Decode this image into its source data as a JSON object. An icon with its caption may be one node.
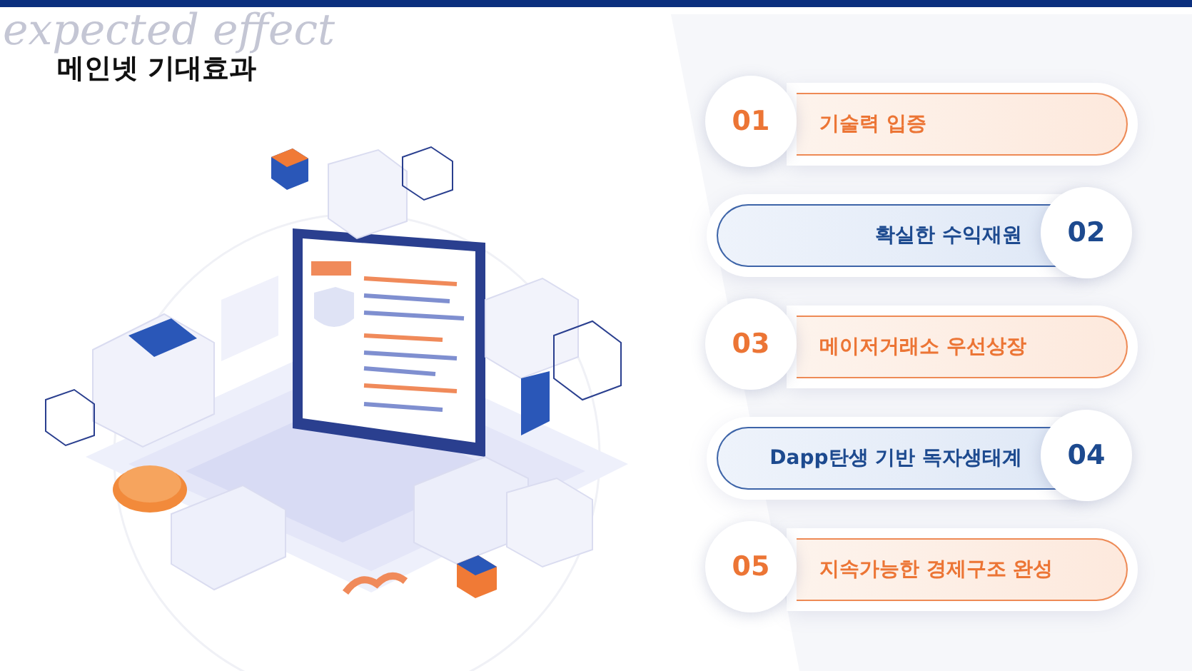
{
  "diagram": {
    "title": "메인넷 기대효과",
    "nodes": [
      {
        "text": [
          "01",
          "기술력 입증"
        ]
      },
      {
        "text": [
          "확실한 수익재원",
          "02"
        ]
      },
      {
        "text": [
          "03",
          "메이저거래소 우선상장"
        ]
      },
      {
        "text": [
          "Dapp탄생 기반 독자생태계",
          "04"
        ]
      },
      {
        "text": [
          "05",
          "지속가능한 경제구조 완성"
        ]
      }
    ],
    "labels": [
      "expected effect"
    ]
  }
}
